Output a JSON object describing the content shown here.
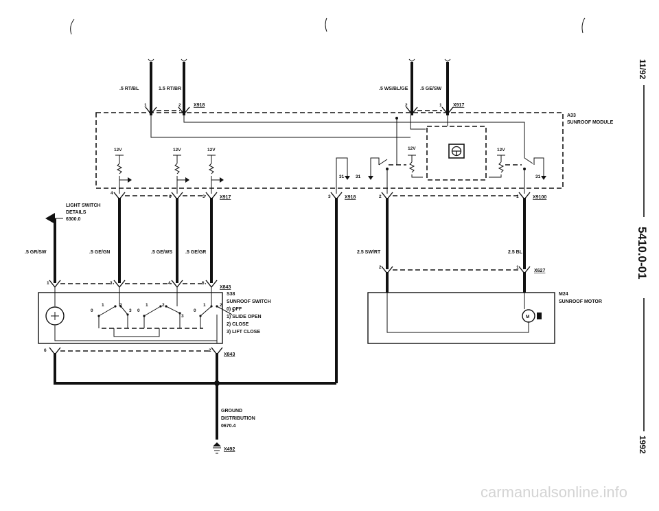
{
  "side_labels": {
    "date": "11/92",
    "page": "5410.0-01",
    "year": "1992"
  },
  "watermark": "carmanualsonline.info",
  "connectors": {
    "x918_top": "X918",
    "x917_top": "X917",
    "x917": "X917",
    "x918": "X918",
    "x9100": "X9100",
    "x627": "X627",
    "x843_top": "X843",
    "x843_bottom": "X843",
    "x492": "X492"
  },
  "wires": {
    "w_rtbl": ".5 RT/BL",
    "w_rtbr": "1.5 RT/BR",
    "w_wsblge": ".5 WS/BL/GE",
    "w_gesw": ".5 GE/SW",
    "w_grsw": ".5 GR/SW",
    "w_gegn": ".5 GE/GN",
    "w_gews": ".5 GE/WS",
    "w_gegr": ".5 GE/GR",
    "w_swrt": "2.5 SW/RT",
    "w_bl": "2.5 BL"
  },
  "pins": {
    "p_x918_1": "1",
    "p_x918_2": "2",
    "p_x917t_2": "2",
    "p_x917t_1": "1",
    "p_x917_4": "4",
    "p_x917_6": "6",
    "p_x917_3": "3",
    "p_x918b_3": "3",
    "p_x9100_2": "2",
    "p_x9100_1": "1",
    "p_x627_2": "2",
    "p_x627_1": "1",
    "p_x843_1": "1",
    "p_x843_3": "3",
    "p_x843_4": "4",
    "p_x843_5": "5",
    "p_x843_6": "6",
    "p_x843_2": "2",
    "sw_a1": "1",
    "sw_a2": "2",
    "sw_a3": "3",
    "sw_a0": "0",
    "sw_b1": "1",
    "sw_b2": "2",
    "sw_b3": "3",
    "sw_b0": "0",
    "sw_c1": "1",
    "sw_c2": "2",
    "sw_c3": "3",
    "sw_c0": "0",
    "g31_a": "31",
    "g31_b": "31",
    "g31_c": "31"
  },
  "voltages": {
    "v1": "12V",
    "v2": "12V",
    "v3": "12V",
    "v4": "12V",
    "v5": "12V"
  },
  "module": {
    "id": "A33",
    "name": "SUNROOF MODULE"
  },
  "light_switch": {
    "line1": "LIGHT SWITCH",
    "line2": "DETAILS",
    "line3": "6300.0"
  },
  "sunroof_switch": {
    "id": "S38",
    "name": "SUNROOF SWITCH",
    "positions": [
      "0) OFF",
      "1) SLIDE OPEN",
      "2) CLOSE",
      "3) LIFT CLOSE"
    ]
  },
  "motor": {
    "id": "M24",
    "name": "SUNROOF MOTOR",
    "symbol": "M"
  },
  "ground": {
    "line1": "GROUND",
    "line2": "DISTRIBUTION",
    "line3": "0670.4"
  }
}
